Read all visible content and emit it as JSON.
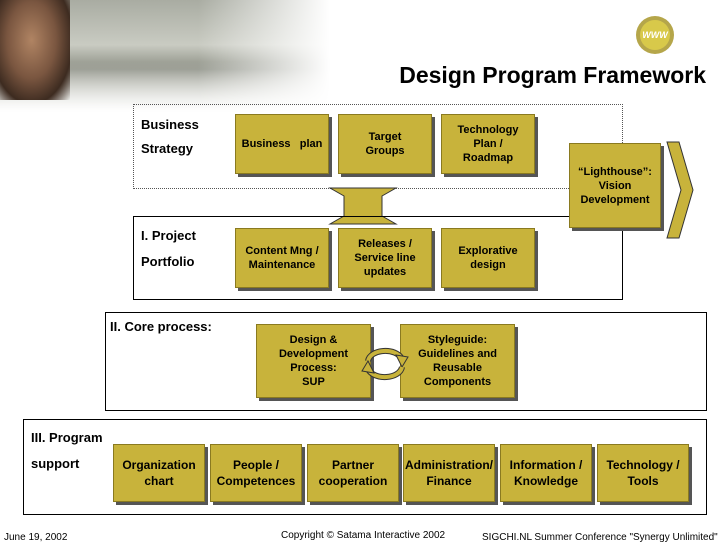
{
  "title": "Design Program Framework",
  "logo_text": "WWW",
  "business": {
    "label_line1": "Business",
    "label_line2": "Strategy",
    "box1": "Business   plan",
    "box2": "Target\nGroups",
    "box3": "Technology\nPlan /\nRoadmap"
  },
  "project": {
    "label_line1": "I. Project",
    "label_line2": "Portfolio",
    "box1": "Content Mng /\nMaintenance",
    "box2": "Releases /\nService line\nupdates",
    "box3": "Explorative\ndesign"
  },
  "lighthouse": "“Lighthouse”:\nVision\nDevelopment",
  "core": {
    "label": "II. Core process:",
    "box1": "Design &\nDevelopment\nProcess:\nSUP",
    "box2": "Styleguide:\nGuidelines and\nReusable\nComponents"
  },
  "support": {
    "label_line1": "III. Program",
    "label_line2": "support",
    "boxes": [
      "Organization\nchart",
      "People /\nCompetences",
      "Partner\ncooperation",
      "Administration/\nFinance",
      "Information /\nKnowledge",
      "Technology /\nTools"
    ]
  },
  "footer": {
    "date": "June 19, 2002",
    "copyright": "Copyright © Satama Interactive 2002",
    "conference": "SIGCHI.NL Summer Conference \"Synergy Unlimited\""
  },
  "colors": {
    "box_fill": "#c8b33b",
    "box_border": "#8a7a20",
    "arrow_fill": "#c8b33b"
  }
}
